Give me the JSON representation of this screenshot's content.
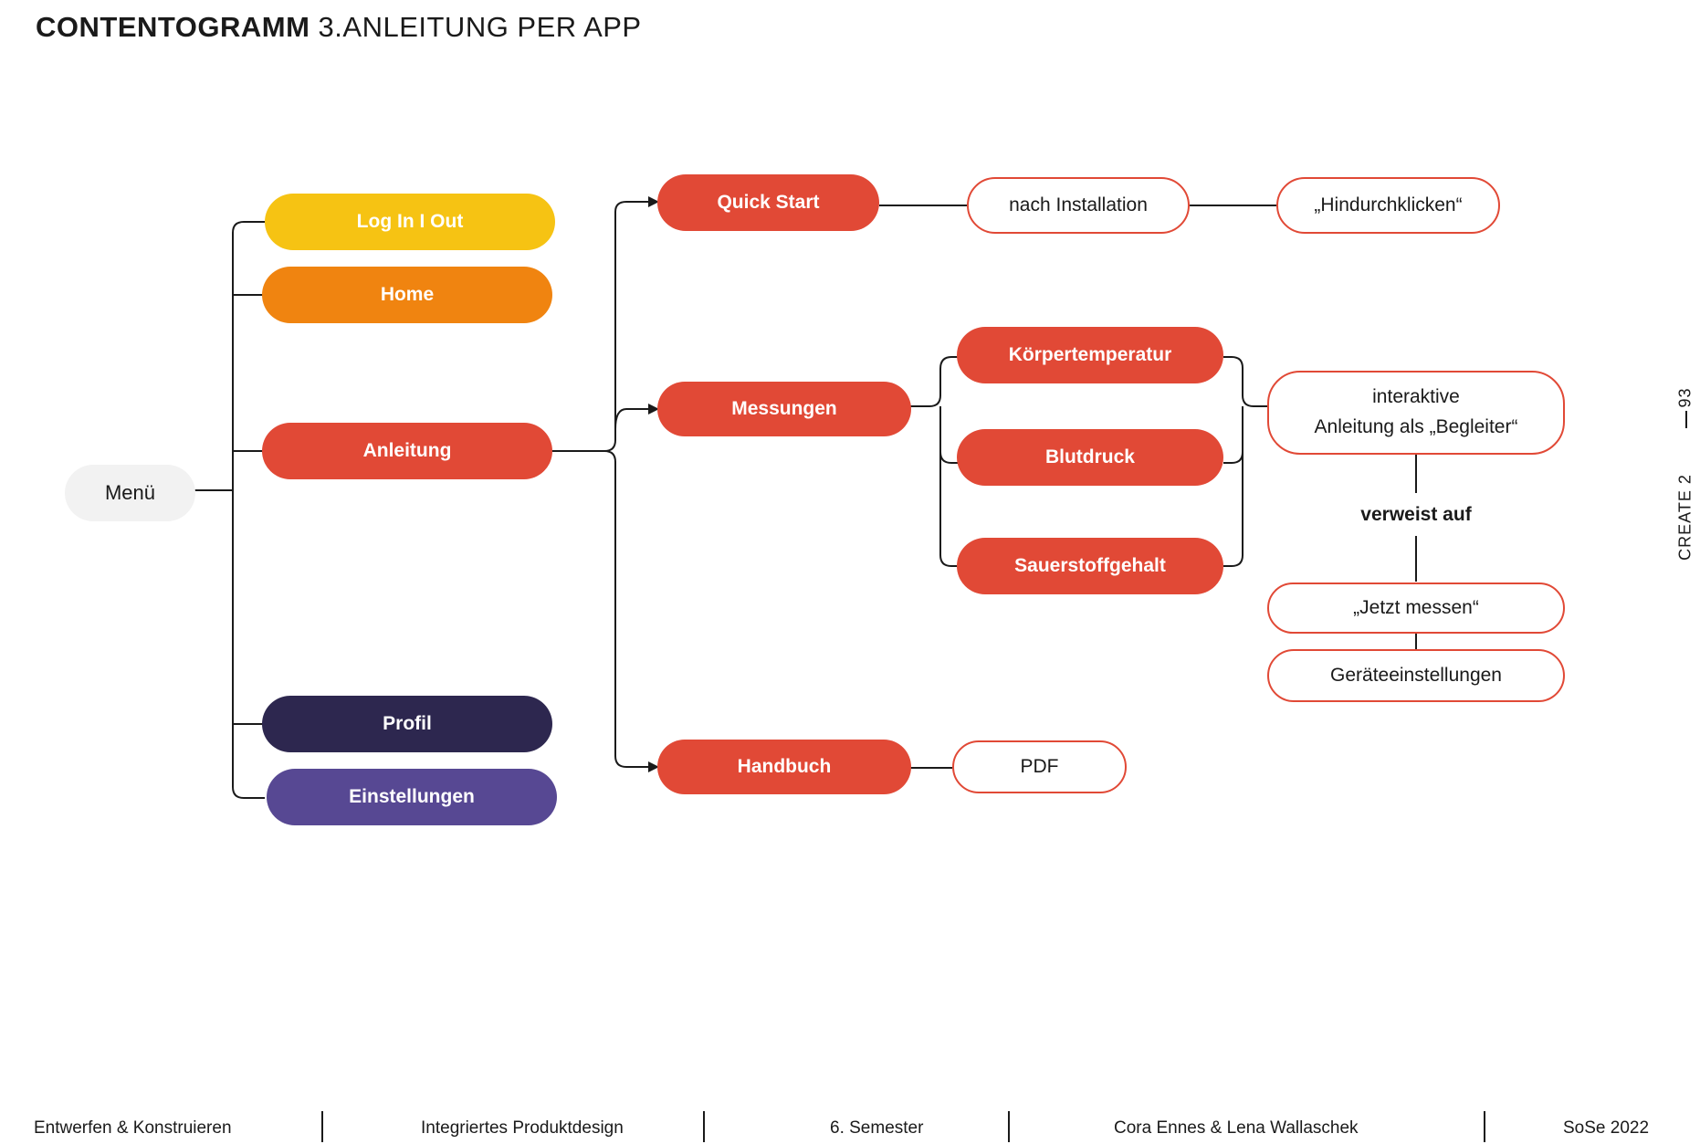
{
  "header": {
    "title_bold": "CONTENTOGRAMM",
    "title_light": "3.ANLEITUNG PER APP"
  },
  "root": {
    "label": "Menü"
  },
  "menu_items": [
    {
      "label": "Log In I Out",
      "color": "#f6c313"
    },
    {
      "label": "Home",
      "color": "#f08410"
    },
    {
      "label": "Anleitung",
      "color": "#e14936"
    },
    {
      "label": "Profil",
      "color": "#2d274f"
    },
    {
      "label": "Einstellungen",
      "color": "#574893"
    }
  ],
  "anleitung_children": {
    "quick_start": "Quick Start",
    "messungen": "Messungen",
    "handbuch": "Handbuch"
  },
  "quick_start_chain": {
    "step1": "nach Installation",
    "step2": "„Hindurchklicken“"
  },
  "messungen_children": [
    "Körpertemperatur",
    "Blutdruck",
    "Sauerstoffgehalt"
  ],
  "guide": {
    "line1": "interaktive",
    "line2": "Anleitung als „Begleiter“"
  },
  "relation_label": "verweist auf",
  "targets": [
    "„Jetzt messen“",
    "Geräteeinstellungen"
  ],
  "handbuch_child": "PDF",
  "side": {
    "page": "93",
    "section": "CREATE   2"
  },
  "footer": [
    "Entwerfen & Konstruieren",
    "Integriertes Produktdesign",
    "6. Semester",
    "Cora Ennes  & Lena Wallaschek",
    "SoSe 2022"
  ],
  "colors": {
    "accent_red": "#e14936",
    "line": "#1a1a1a",
    "root_bg": "#f2f2f2"
  }
}
